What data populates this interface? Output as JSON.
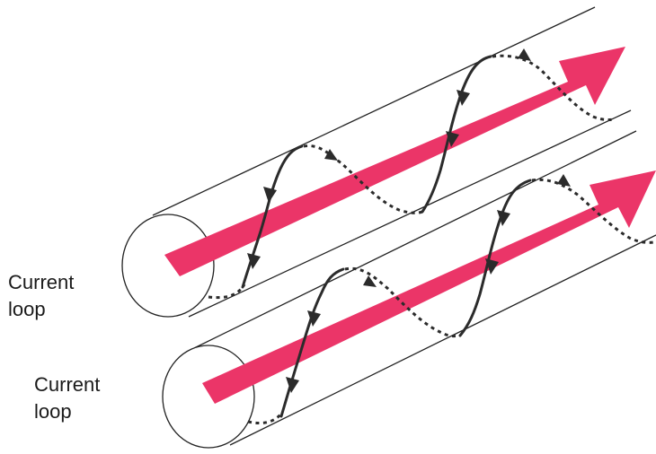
{
  "diagram": {
    "labels": [
      {
        "line1": "Current",
        "line2": "loop"
      },
      {
        "line1": "Current",
        "line2": "loop"
      }
    ],
    "colors": {
      "flow_arrow": "#EB3568",
      "lines": "#222222",
      "background": "#FFFFFF"
    },
    "shapes": [
      "two parallel cylinders",
      "pink flow arrow through each cylinder",
      "helical current loop with arrowheads (solid front, dashed back)"
    ]
  }
}
